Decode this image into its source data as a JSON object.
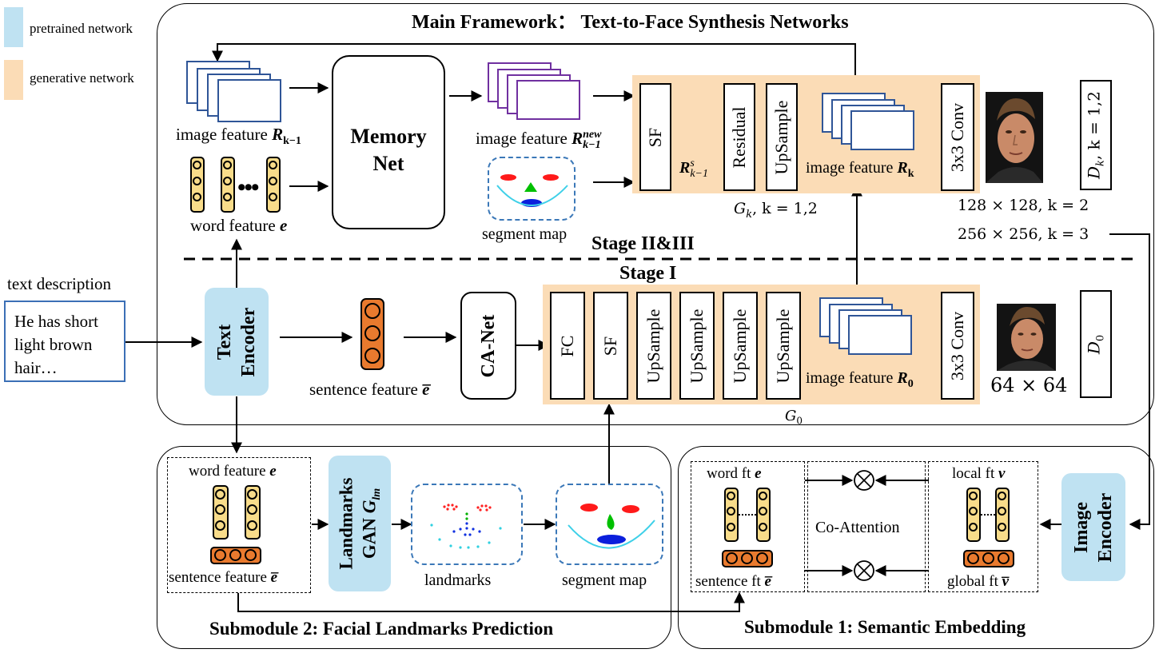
{
  "legend": {
    "pretrained": "pretrained network",
    "generative": "generative network"
  },
  "colors": {
    "pretrained": "#bfe2f2",
    "generative": "#fbdcb6",
    "feature_map_blue": "#2f5597",
    "feature_map_purple": "#7030a0",
    "word_cell": "#f8dc8a",
    "sentence_cell": "#e97a2e",
    "segment_border": "#3b78b8"
  },
  "main": {
    "title": "Main Framework： Text-to-Face Synthesis Networks",
    "stage_2_3": "Stage II&III",
    "stage_1": "Stage I",
    "image_feature_prev": "image feature",
    "image_feature_prev_sym": "R",
    "image_feature_prev_sub": "k−1",
    "word_feature": "word feature",
    "word_feature_sym": "e",
    "memory_net_line1": "Memory",
    "memory_net_line2": "Net",
    "image_feature_new": "image feature",
    "image_feature_new_sym": "R",
    "image_feature_new_sup": "new",
    "image_feature_new_sub": "k−1",
    "segment_map": "segment map",
    "sf": "SF",
    "rs_sym": "R",
    "rs_sup": "s",
    "rs_sub": "k−1",
    "residual": "Residual",
    "upsample": "UpSample",
    "image_feature_k": "image feature",
    "image_feature_k_sym": "R",
    "image_feature_k_sub": "k",
    "conv": "3x3 Conv",
    "gk_label": "G",
    "gk_sub": "k",
    "gk_rest": ", k = 1,2",
    "dk_label": "D",
    "dk_sub": "k",
    "dk_rest": ", k = 1,2",
    "res_128": "128 × 128, k = 2",
    "res_256": "256 × 256, k = 3",
    "text_description": "text description",
    "text_input": "He has short light brown hair…",
    "text_encoder_line1": "Text",
    "text_encoder_line2": "Encoder",
    "sentence_feature": "sentence feature",
    "sentence_feature_sym": "e̅",
    "ca_net": "CA-Net",
    "fc": "FC",
    "image_feature_0": "image feature",
    "image_feature_0_sym": "R",
    "image_feature_0_sub": "0",
    "res_64": "64 × 64",
    "d0_label": "D",
    "d0_sub": "0",
    "g0_label": "G",
    "g0_sub": "0"
  },
  "sub2": {
    "title": "Submodule 2: Facial Landmarks Prediction",
    "word_feature": "word feature",
    "word_feature_sym": "e",
    "sentence_feature": "sentence feature",
    "sentence_feature_sym": "e̅",
    "gan_line1": "Landmarks",
    "gan_line2": "GAN",
    "gan_sym": "G",
    "gan_sub": "lm",
    "landmarks": "landmarks",
    "segment_map": "segment map"
  },
  "sub1": {
    "title": "Submodule 1: Semantic Embedding",
    "word_ft": "word ft",
    "word_ft_sym": "e",
    "sentence_ft": "sentence ft",
    "sentence_ft_sym": "e̅",
    "co_attention": "Co-Attention",
    "local_ft": "local ft",
    "local_ft_sym": "v",
    "global_ft": "global ft",
    "global_ft_sym": "v̅",
    "image_encoder_line1": "Image",
    "image_encoder_line2": "Encoder"
  }
}
